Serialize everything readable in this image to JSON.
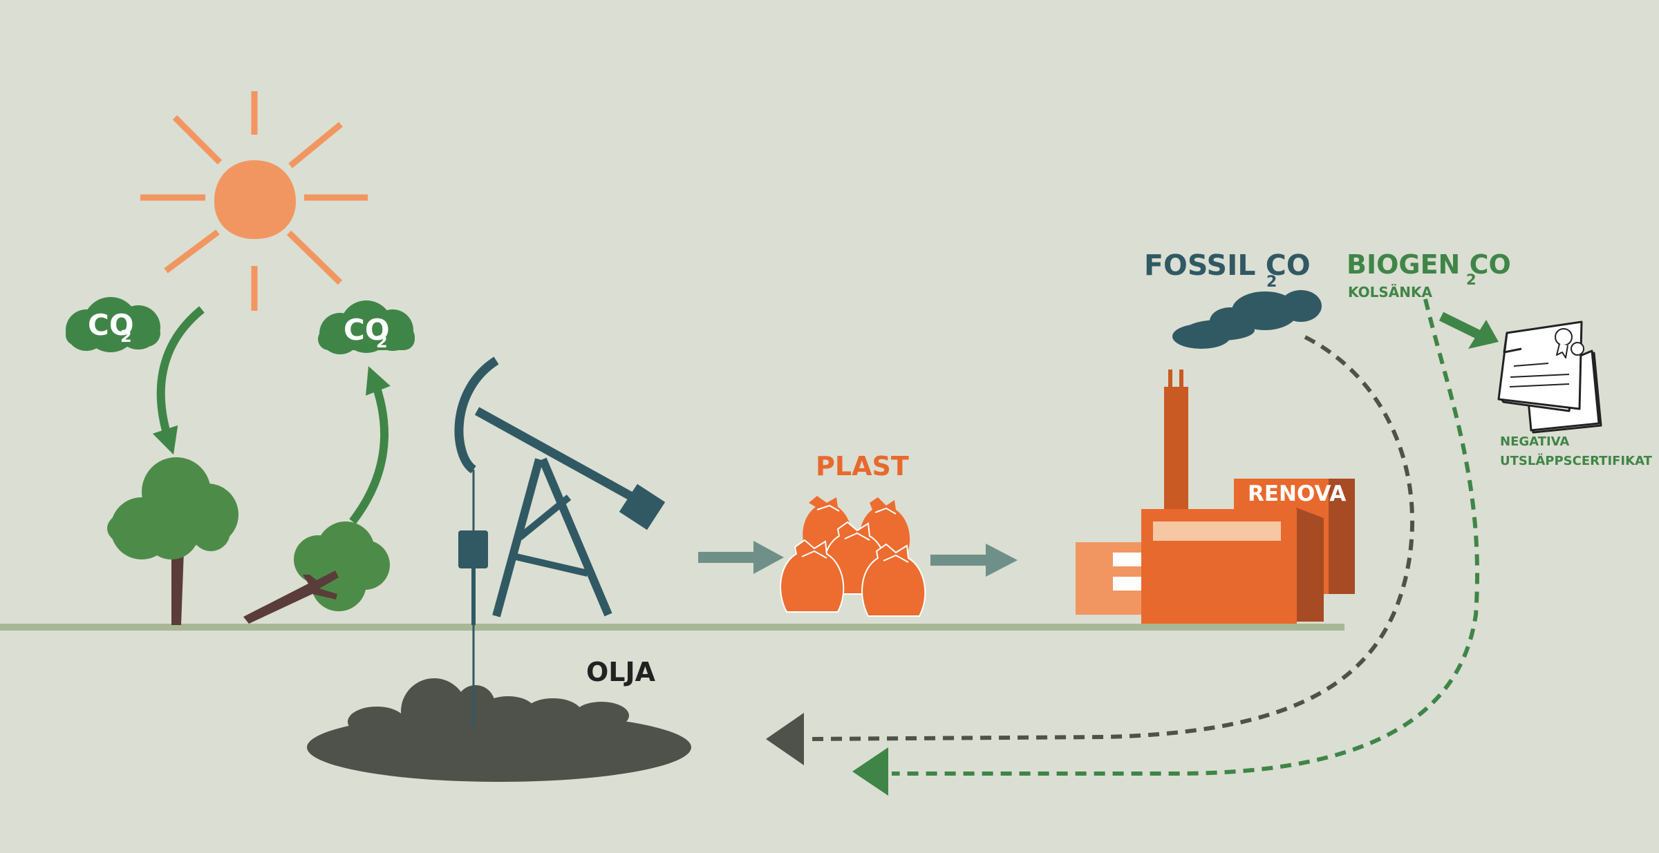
{
  "labels": {
    "co2_left": "CO",
    "co2_left_sub": "2",
    "co2_right": "CO",
    "co2_right_sub": "2",
    "plast": "PLAST",
    "olja": "OLJA",
    "renova": "RENOVA",
    "fossil_co2": "FOSSIL CO",
    "fossil_co2_sub": "2",
    "biogen_co2": "BIOGEN CO",
    "biogen_co2_sub": "2",
    "kolsanka": "KOLSÄNKA",
    "negativa": "NEGATIVA",
    "utslapps": "UTSLÄPPSCERTIFIKAT"
  },
  "colors": {
    "background": "#dbded2",
    "sun": "#f29661",
    "green": "#3f8547",
    "tree_green": "#4d8c48",
    "teal": "#305964",
    "arrow_grey": "#6f9088",
    "orange": "#e8692d",
    "orange_dark": "#c95a24",
    "orange_light": "#f29661",
    "oil": "#4e524a",
    "ground": "#a8b894",
    "trunk": "#5a3c3a"
  },
  "icons": [
    "sun-icon",
    "cloud-icon",
    "tree-icon",
    "fallen-tree-icon",
    "oil-pump-icon",
    "trash-bag-icon",
    "factory-icon",
    "certificate-icon",
    "arrow-icon"
  ]
}
